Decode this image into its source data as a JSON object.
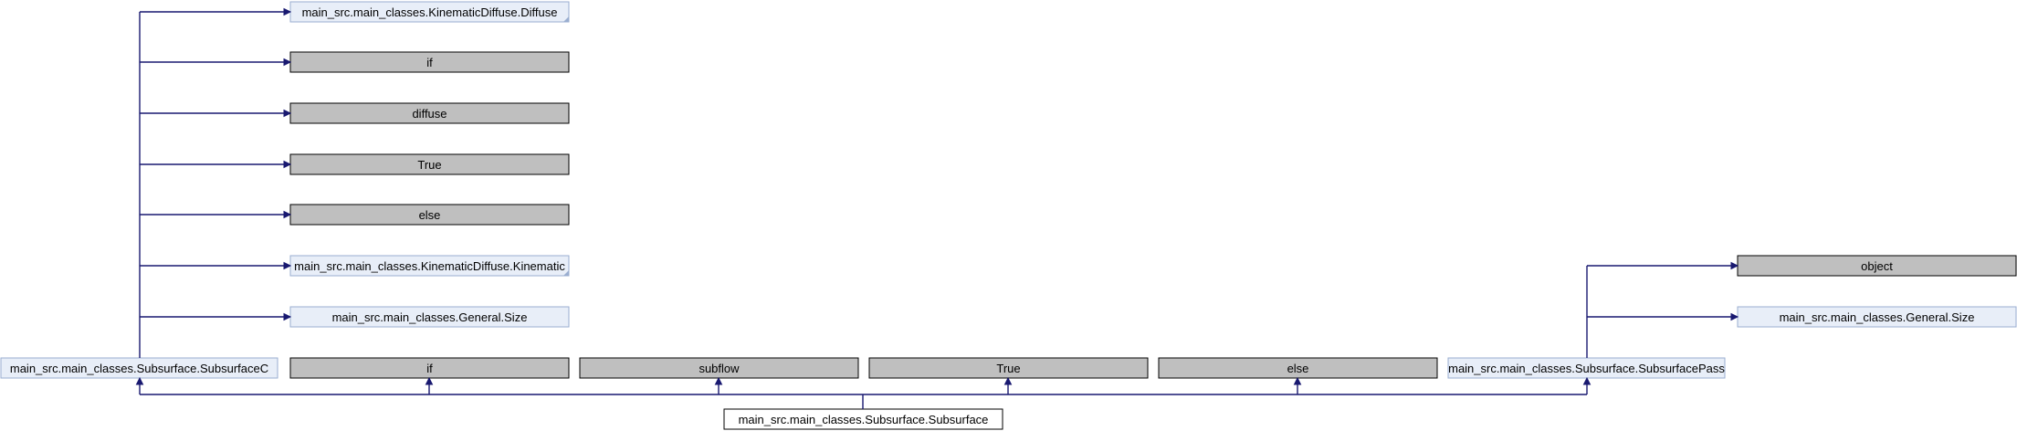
{
  "diagram": {
    "colors": {
      "edge": "#191970",
      "gray_fill": "#bfbfbf",
      "gray_border": "#000000",
      "link_fill": "#e8eef8",
      "link_border": "#9aaed0",
      "focus_fill": "#ffffff",
      "focus_border": "#000000"
    },
    "nodes": {
      "diffuse_class": "main_src.main_classes.KinematicDiffuse.Diffuse",
      "if_top": "if",
      "diffuse": "diffuse",
      "true_top": "True",
      "else_top": "else",
      "kinematic": "main_src.main_classes.KinematicDiffuse.Kinematic",
      "size_left": "main_src.main_classes.General.Size",
      "subsurface_c": "main_src.main_classes.Subsurface.SubsurfaceC",
      "if_bottom": "if",
      "subflow": "subflow",
      "true_bottom": "True",
      "else_bottom": "else",
      "subsurface_pass": "main_src.main_classes.Subsurface.SubsurfacePass",
      "object": "object",
      "size_right": "main_src.main_classes.General.Size",
      "subsurface": "main_src.main_classes.Subsurface.Subsurface"
    }
  }
}
